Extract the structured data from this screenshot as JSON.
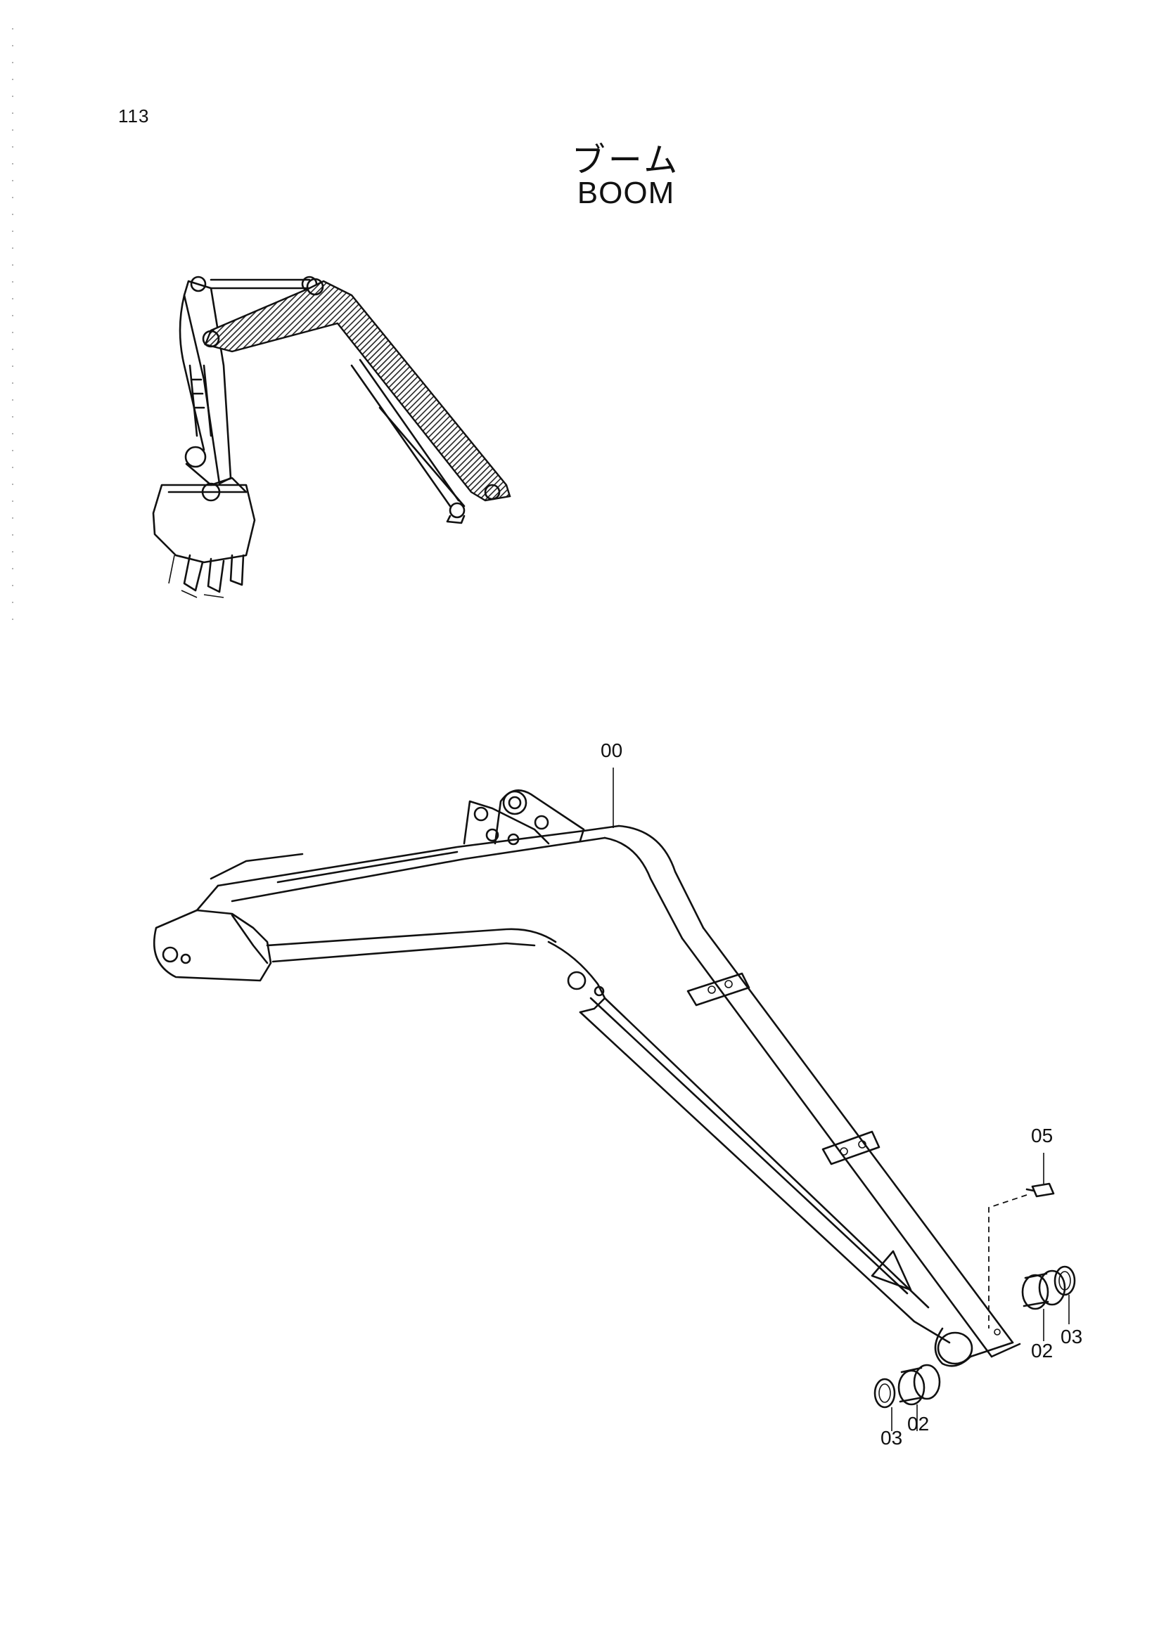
{
  "page": {
    "number": "113"
  },
  "title": {
    "japanese": "ブーム",
    "english": "BOOM"
  },
  "callouts": [
    {
      "id": "00",
      "label": "00"
    },
    {
      "id": "05",
      "label": "05"
    },
    {
      "id": "02-right",
      "label": "02"
    },
    {
      "id": "03-right",
      "label": "03"
    },
    {
      "id": "02-left",
      "label": "02"
    },
    {
      "id": "03-left",
      "label": "03"
    }
  ]
}
